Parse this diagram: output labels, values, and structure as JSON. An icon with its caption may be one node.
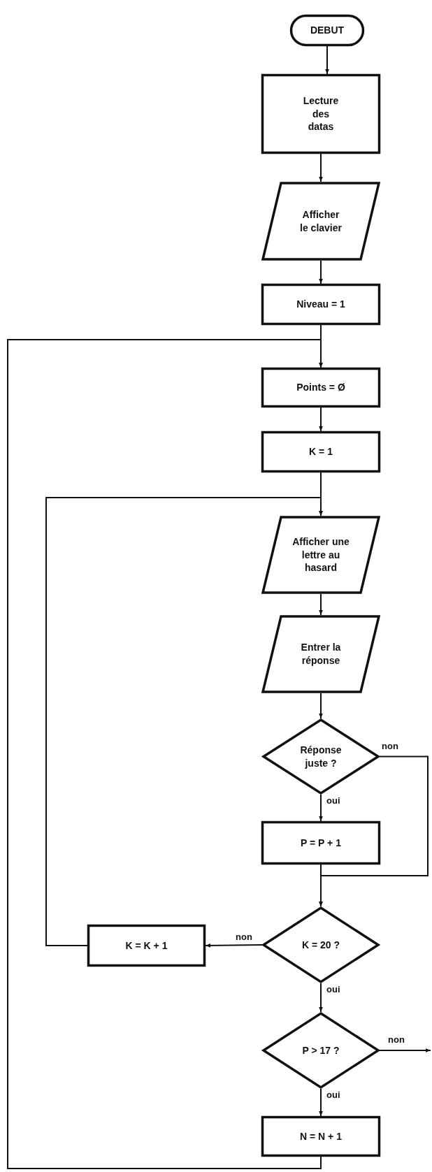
{
  "diagram": {
    "nodes": [
      {
        "text": [
          "DEBUT"
        ]
      },
      {
        "text": [
          "Lecture des datas"
        ]
      },
      {
        "text": [
          "Afficher le clavier"
        ]
      },
      {
        "text": [
          "Niveau = 1"
        ]
      },
      {
        "text": [
          "Points = Ø"
        ]
      },
      {
        "text": [
          "K = 1"
        ]
      },
      {
        "text": [
          "Afficher une lettre au hasard"
        ]
      },
      {
        "text": [
          "Entrer la réponse"
        ]
      },
      {
        "text": [
          "Réponse juste ?"
        ]
      },
      {
        "text": [
          "P = P + 1"
        ]
      },
      {
        "text": [
          "K = 20 ?"
        ]
      },
      {
        "text": [
          "K = K + 1"
        ]
      },
      {
        "text": [
          "P > 17 ?"
        ]
      },
      {
        "text": [
          "N = N + 1"
        ]
      }
    ],
    "edges": [
      {
        "from": 0,
        "to": 1,
        "arrow": "to"
      },
      {
        "from": 1,
        "to": 2,
        "arrow": "to"
      },
      {
        "from": 2,
        "to": 3,
        "arrow": "to"
      },
      {
        "from": 3,
        "to": 4,
        "arrow": "to"
      },
      {
        "from": 4,
        "to": 5,
        "arrow": "to"
      },
      {
        "from": 5,
        "to": 6,
        "arrow": "to"
      },
      {
        "from": 6,
        "to": 7,
        "arrow": "to"
      },
      {
        "from": 7,
        "to": 8,
        "arrow": "to"
      },
      {
        "from": 8,
        "to": 9,
        "label": "oui",
        "arrow": "to"
      },
      {
        "from": 8,
        "to": 10,
        "label": "non",
        "arrow": "to"
      },
      {
        "from": 9,
        "to": 10,
        "arrow": "to"
      },
      {
        "from": 10,
        "to": 11,
        "label": "non",
        "arrow": "to"
      },
      {
        "from": 10,
        "to": 12,
        "label": "oui",
        "arrow": "to"
      },
      {
        "from": 11,
        "to": 6,
        "arrow": "to"
      },
      {
        "from": 12,
        "to": 13,
        "label": "oui",
        "arrow": "to"
      },
      {
        "from": 12,
        "to": null,
        "label": "non",
        "arrow": "to"
      },
      {
        "from": 13,
        "to": 4,
        "arrow": "to"
      }
    ]
  }
}
